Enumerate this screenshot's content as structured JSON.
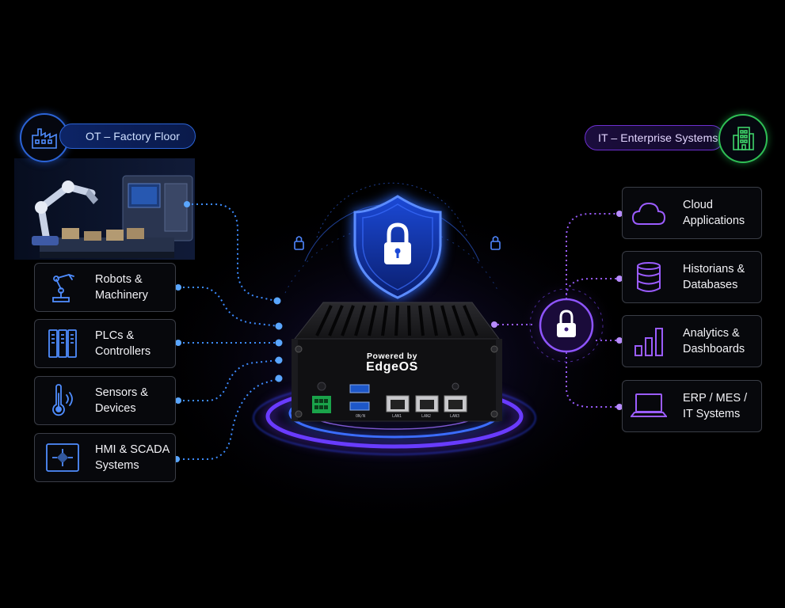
{
  "ot": {
    "title": "OT – Factory Floor",
    "icon": "factory-icon",
    "accent": "#2b63d6"
  },
  "it": {
    "title": "IT – Enterprise Systems",
    "icon": "office-building-icon",
    "accent": "#2fbf55"
  },
  "ot_items": [
    {
      "label": "Robots &\nMachinery",
      "icon": "robot-arm-icon"
    },
    {
      "label": "PLCs &\nControllers",
      "icon": "plc-rack-icon"
    },
    {
      "label": "Sensors &\nDevices",
      "icon": "thermometer-sensor-icon"
    },
    {
      "label": "HMI & SCADA\nSystems",
      "icon": "hmi-screen-icon"
    }
  ],
  "it_items": [
    {
      "label": "Cloud\nApplications",
      "icon": "cloud-icon"
    },
    {
      "label": "Historians &\nDatabases",
      "icon": "database-icon"
    },
    {
      "label": "Analytics &\nDashboards",
      "icon": "bar-chart-icon"
    },
    {
      "label": "ERP / MES /\nIT Systems",
      "icon": "laptop-icon"
    }
  ],
  "device": {
    "powered_by": "Powered by",
    "name": "EdgeOS",
    "ports": [
      "LAN1",
      "LAN2",
      "LAN3"
    ],
    "usb_label": "ON/N"
  },
  "colors": {
    "ot_line": "#3d8bff",
    "it_line": "#9b5cff",
    "shield": "#2f6bff",
    "ring": "#6a3bff"
  }
}
